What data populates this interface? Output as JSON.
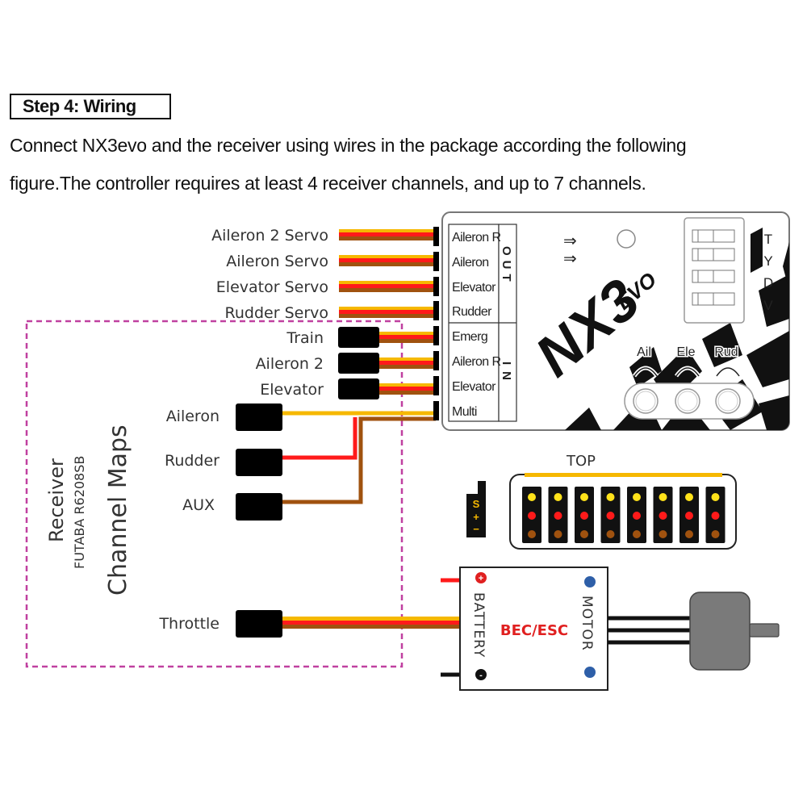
{
  "header": {
    "step_title": "Step 4: Wiring",
    "paragraph_line1": "Connect NX3evo and the receiver using wires in the package according the following",
    "paragraph_line2": "figure.The controller requires at least 4 receiver channels, and up to 7 channels."
  },
  "servo_outputs": [
    {
      "label": "Aileron 2 Servo"
    },
    {
      "label": "Aileron Servo"
    },
    {
      "label": "Elevator Servo"
    },
    {
      "label": "Rudder Servo"
    }
  ],
  "input_leads": [
    {
      "label": "Train"
    },
    {
      "label": "Aileron 2"
    },
    {
      "label": "Elevator"
    }
  ],
  "controller": {
    "brand_main": "NX3",
    "brand_sub": "EVO",
    "out_group_label": "OUT",
    "in_group_label": "IN",
    "out_ports": [
      "Aileron R",
      "Aileron",
      "Elevator",
      "Rudder"
    ],
    "in_ports": [
      "Emerg",
      "Aileron R",
      "Elevator",
      "Multi"
    ],
    "mode_letters": [
      "T",
      "Y",
      "D",
      "V"
    ],
    "gain_knobs": [
      "Ail",
      "Ele",
      "Rud"
    ]
  },
  "receiver": {
    "title": "Receiver",
    "model": "FUTABA  R6208SB",
    "subtitle": "Channel Maps",
    "channels": [
      {
        "label": "Aileron",
        "wire": "signal (yellow)"
      },
      {
        "label": "Rudder",
        "wire": "positive (red)"
      },
      {
        "label": "AUX",
        "wire": "negative (brown)"
      },
      {
        "label": "Throttle",
        "wire": "servo lead"
      }
    ]
  },
  "pin_header": {
    "top_label": "TOP",
    "legend": [
      "S",
      "+",
      "−"
    ],
    "column_count": 8
  },
  "esc": {
    "label": "BEC/ESC",
    "battery_label": "BATTERY",
    "motor_label": "MOTOR"
  },
  "colors": {
    "signal": "#f6b800",
    "positive": "#ff1a1a",
    "negative": "#a0520f",
    "receiver_border": "#c040a0",
    "esc_label": "#e02020",
    "motor_dot": "#2e5fa8",
    "motor_body": "#7a7a7a"
  }
}
